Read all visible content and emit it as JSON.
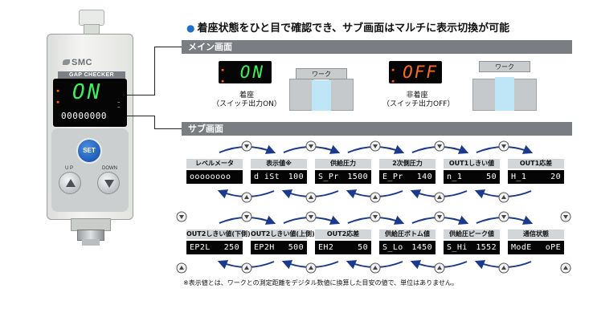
{
  "headline": "着座状態をひと目で確認でき、サブ画面はマルチに表示切換が可能",
  "device": {
    "brand": "SMC",
    "model_label": "GAP CHECKER",
    "main_display": "ON",
    "sub_display": "00000000",
    "set_label": "SET",
    "up_label": "U P",
    "down_label": "DOWN"
  },
  "main_section": {
    "title": "メイン画面",
    "on": {
      "display": "ON",
      "label_line1": "着座",
      "label_line2": "（スイッチ出力ON）",
      "work_label": "ワーク"
    },
    "off": {
      "display": "OFF",
      "label_line1": "非着座",
      "label_line2": "（スイッチ出力OFF）",
      "work_label": "ワーク"
    }
  },
  "sub_section": {
    "title": "サブ画面",
    "row1": [
      {
        "label": "レベルメータ",
        "left": "oooooooo",
        "right": ""
      },
      {
        "label": "表示値※",
        "left": "d iSt",
        "right": "100"
      },
      {
        "label": "供給圧力",
        "left": "S_Pr",
        "right": "1500"
      },
      {
        "label": "2次側圧力",
        "left": "E_Pr",
        "right": "140"
      },
      {
        "label": "OUT1しきい値",
        "left": "n_1",
        "right": "50"
      },
      {
        "label": "OUT1応差",
        "left": "H_1",
        "right": "20"
      }
    ],
    "row2": [
      {
        "label": "OUT2しきい値(下側)",
        "left": "EP2L",
        "right": "250"
      },
      {
        "label": "OUT2しきい値(上側)",
        "left": "EP2H",
        "right": "500"
      },
      {
        "label": "OUT2応差",
        "left": "EH2",
        "right": "50"
      },
      {
        "label": "供給圧ボトム値",
        "left": "S_Lo",
        "right": "1450"
      },
      {
        "label": "供給圧ピーク値",
        "left": "S_Hi",
        "right": "1552"
      },
      {
        "label": "通信状態",
        "left": "ModE",
        "right": "oPE"
      }
    ]
  },
  "footnote": "※表示値とは、ワークとの測定距離をデジタル数値に換算した目安の値で、単位はありません。",
  "colors": {
    "accent": "#1d6fd0",
    "segment_green": "#3cf05c",
    "segment_orange": "#ff6a1a",
    "section_bar": "#7a7e83"
  }
}
